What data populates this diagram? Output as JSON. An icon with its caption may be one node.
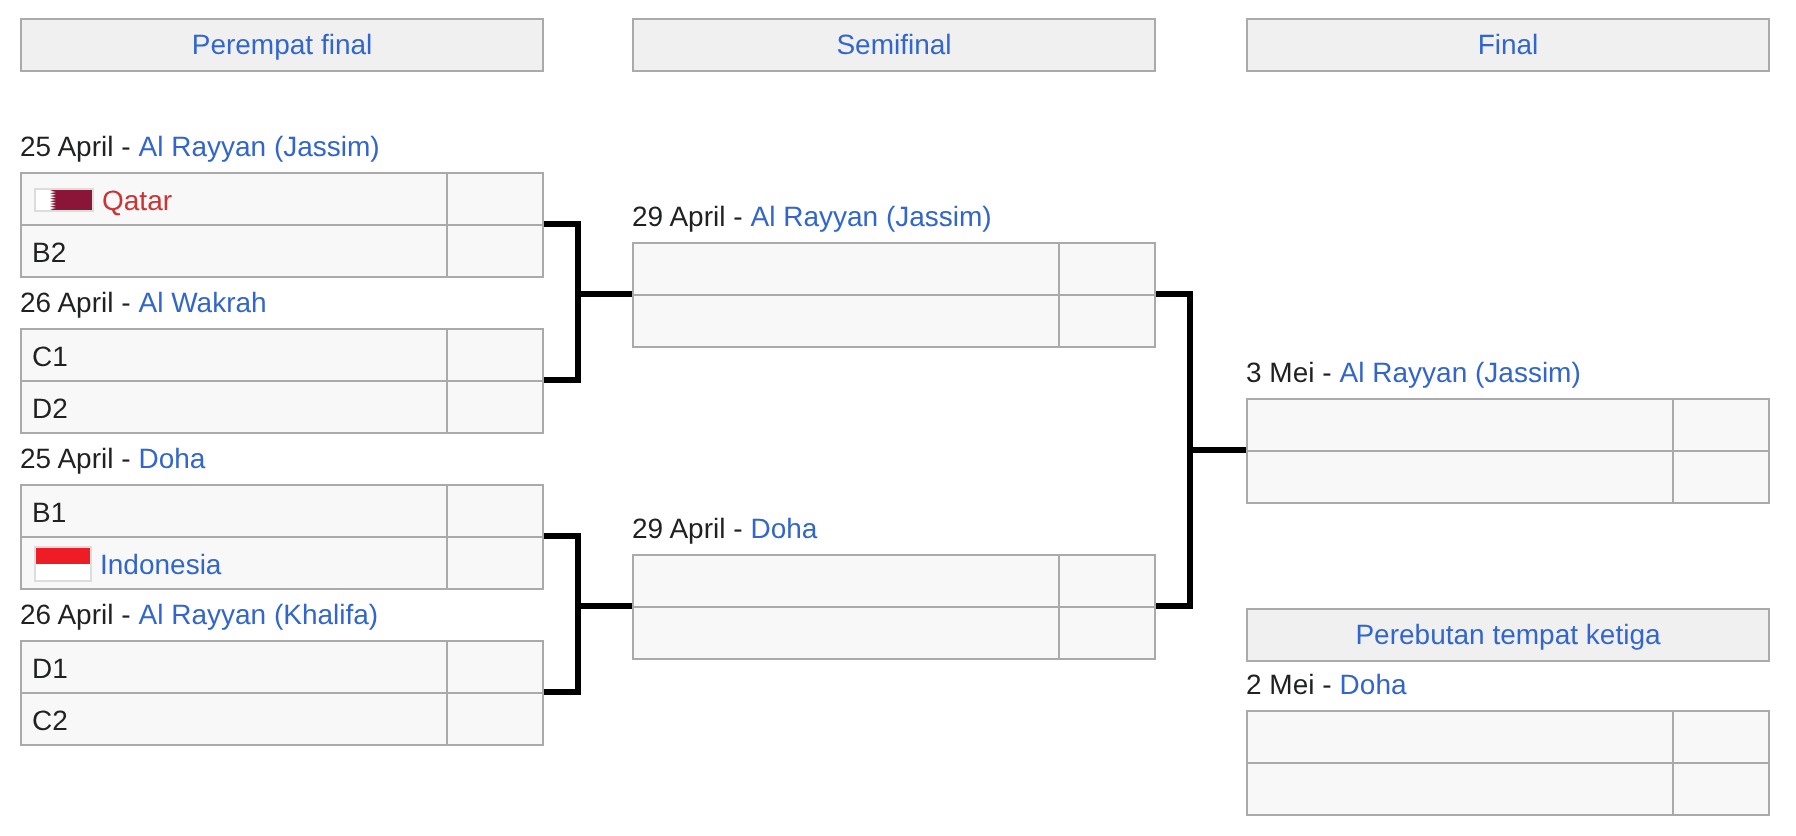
{
  "diagram": {
    "nodes": [
      {
        "text": [
          "Perempat final"
        ]
      },
      {
        "text": [
          "Semifinal"
        ]
      },
      {
        "text": [
          "Final"
        ]
      },
      {
        "text": [
          "25 April -",
          "Al Rayyan (Jassim)",
          "Qatar",
          "B2"
        ]
      },
      {
        "text": [
          "26 April -",
          "Al Wakrah",
          "C1",
          "D2"
        ]
      },
      {
        "text": [
          "25 April -",
          "Doha",
          "B1",
          "Indonesia"
        ]
      },
      {
        "text": [
          "26 April -",
          "Al Rayyan (Khalifa)",
          "D1",
          "C2"
        ]
      },
      {
        "text": [
          "29 April -",
          "Al Rayyan (Jassim)"
        ]
      },
      {
        "text": [
          "29 April -",
          "Doha"
        ]
      },
      {
        "text": [
          "3 Mei -",
          "Al Rayyan (Jassim)"
        ]
      },
      {
        "text": [
          "Perebutan tempat ketiga"
        ]
      },
      {
        "text": [
          "2 Mei -",
          "Doha"
        ]
      }
    ],
    "edges": [
      {
        "from": 3,
        "to": 7,
        "arrow": "none"
      },
      {
        "from": 4,
        "to": 7,
        "arrow": "none"
      },
      {
        "from": 5,
        "to": 8,
        "arrow": "none"
      },
      {
        "from": 6,
        "to": 8,
        "arrow": "none"
      },
      {
        "from": 7,
        "to": 9,
        "arrow": "none"
      },
      {
        "from": 8,
        "to": 9,
        "arrow": "none"
      }
    ]
  }
}
